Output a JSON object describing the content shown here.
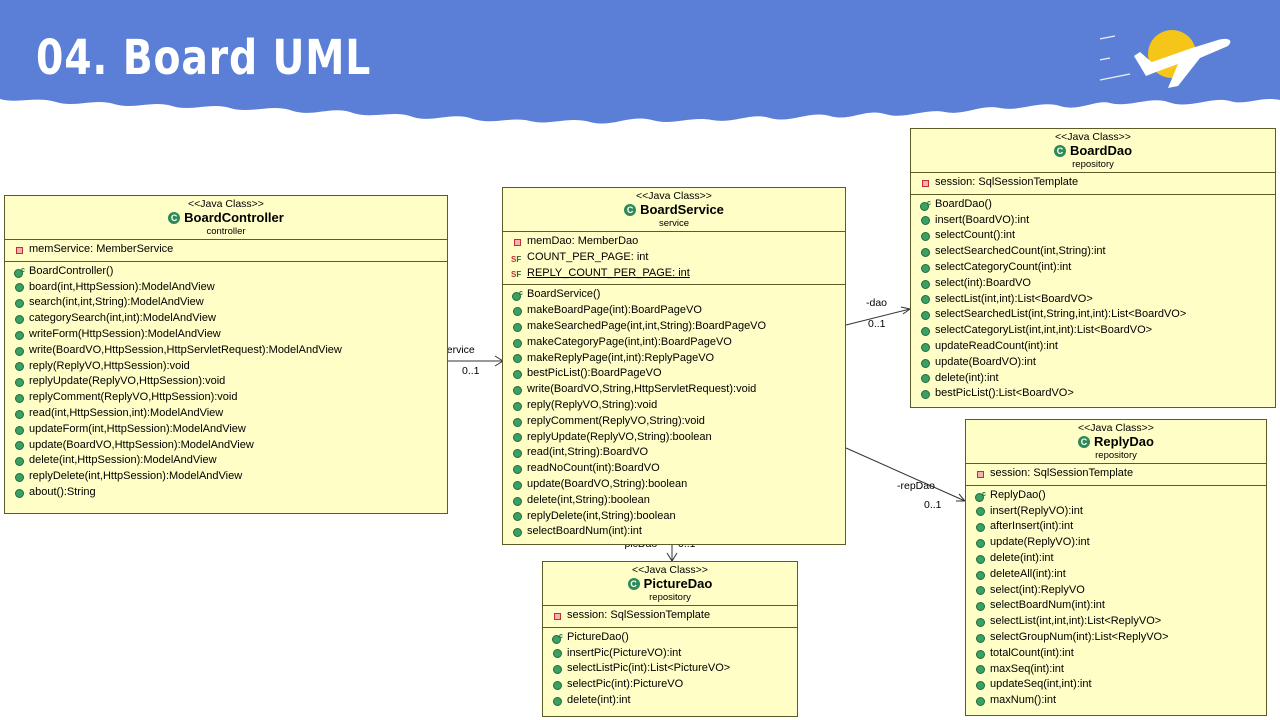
{
  "slide": {
    "title": "04. Board UML"
  },
  "classes": {
    "board_controller": {
      "stereotype": "<<Java Class>>",
      "name": "BoardController",
      "package": "controller",
      "fields": [
        "memService: MemberService"
      ],
      "constructor": "BoardController()",
      "methods": [
        "board(int,HttpSession):ModelAndView",
        "search(int,int,String):ModelAndView",
        "categorySearch(int,int):ModelAndView",
        "writeForm(HttpSession):ModelAndView",
        "write(BoardVO,HttpSession,HttpServletRequest):ModelAndView",
        "reply(ReplyVO,HttpSession):void",
        "replyUpdate(ReplyVO,HttpSession):void",
        "replyComment(ReplyVO,HttpSession):void",
        "read(int,HttpSession,int):ModelAndView",
        "updateForm(int,HttpSession):ModelAndView",
        "update(BoardVO,HttpSession):ModelAndView",
        "delete(int,HttpSession):ModelAndView",
        "replyDelete(int,HttpSession):ModelAndView",
        "about():String"
      ]
    },
    "board_service": {
      "stereotype": "<<Java Class>>",
      "name": "BoardService",
      "package": "service",
      "fields": [
        "memDao: MemberDao"
      ],
      "static_fields": [
        "COUNT_PER_PAGE: int",
        "REPLY_COUNT_PER_PAGE: int"
      ],
      "constructor": "BoardService()",
      "methods": [
        "makeBoardPage(int):BoardPageVO",
        "makeSearchedPage(int,int,String):BoardPageVO",
        "makeCategoryPage(int,int):BoardPageVO",
        "makeReplyPage(int,int):ReplyPageVO",
        "bestPicList():BoardPageVO",
        "write(BoardVO,String,HttpServletRequest):void",
        "reply(ReplyVO,String):void",
        "replyComment(ReplyVO,String):void",
        "replyUpdate(ReplyVO,String):boolean",
        "read(int,String):BoardVO",
        "readNoCount(int):BoardVO",
        "update(BoardVO,String):boolean",
        "delete(int,String):boolean",
        "replyDelete(int,String):boolean",
        "selectBoardNum(int):int"
      ]
    },
    "board_dao": {
      "stereotype": "<<Java Class>>",
      "name": "BoardDao",
      "package": "repository",
      "fields": [
        "session: SqlSessionTemplate"
      ],
      "constructor": "BoardDao()",
      "methods": [
        "insert(BoardVO):int",
        "selectCount():int",
        "selectSearchedCount(int,String):int",
        "selectCategoryCount(int):int",
        "select(int):BoardVO",
        "selectList(int,int):List<BoardVO>",
        "selectSearchedList(int,String,int,int):List<BoardVO>",
        "selectCategoryList(int,int,int):List<BoardVO>",
        "updateReadCount(int):int",
        "update(BoardVO):int",
        "delete(int):int",
        "bestPicList():List<BoardVO>"
      ]
    },
    "reply_dao": {
      "stereotype": "<<Java Class>>",
      "name": "ReplyDao",
      "package": "repository",
      "fields": [
        "session: SqlSessionTemplate"
      ],
      "constructor": "ReplyDao()",
      "methods": [
        "insert(ReplyVO):int",
        "afterInsert(int):int",
        "update(ReplyVO):int",
        "delete(int):int",
        "deleteAll(int):int",
        "select(int):ReplyVO",
        "selectBoardNum(int):int",
        "selectList(int,int,int):List<ReplyVO>",
        "selectGroupNum(int):List<ReplyVO>",
        "totalCount(int):int",
        "maxSeq(int):int",
        "updateSeq(int,int):int",
        "maxNum():int"
      ]
    },
    "picture_dao": {
      "stereotype": "<<Java Class>>",
      "name": "PictureDao",
      "package": "repository",
      "fields": [
        "session: SqlSessionTemplate"
      ],
      "constructor": "PictureDao()",
      "methods": [
        "insertPic(PictureVO):int",
        "selectListPic(int):List<PictureVO>",
        "selectPic(int):PictureVO",
        "delete(int):int"
      ]
    }
  },
  "associations": {
    "service": {
      "role": "-service",
      "mult": "0..1"
    },
    "dao": {
      "role": "-dao",
      "mult": "0..1"
    },
    "rep_dao": {
      "role": "-repDao",
      "mult": "0..1"
    },
    "pic_dao": {
      "role": "-picDao",
      "mult": "0..1"
    }
  }
}
